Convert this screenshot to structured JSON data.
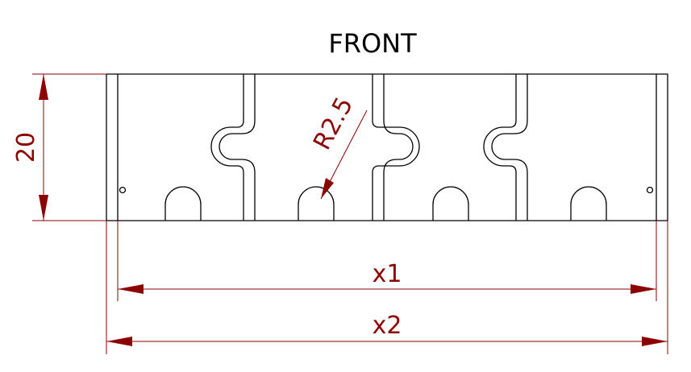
{
  "title": "FRONT",
  "dimensions": {
    "height": "20",
    "radius": "R2.5",
    "width_inner": "x1",
    "width_outer": "x2"
  },
  "colors": {
    "outline": "#000000",
    "dimension": "#8b0000",
    "background": "#ffffff"
  }
}
